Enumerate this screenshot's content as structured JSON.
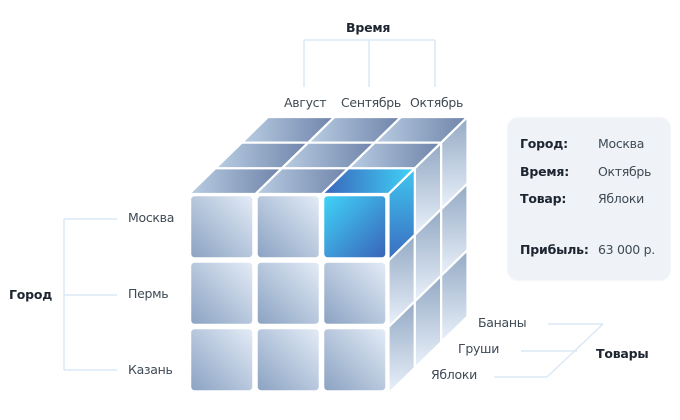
{
  "dimensions": {
    "time": {
      "title": "Время",
      "members": [
        "Август",
        "Сентябрь",
        "Октябрь"
      ]
    },
    "city": {
      "title": "Город",
      "members": [
        "Москва",
        "Пермь",
        "Казань"
      ]
    },
    "product": {
      "title": "Товары",
      "members": [
        "Бананы",
        "Груши",
        "Яблоки"
      ]
    }
  },
  "selection": {
    "city_label": "Город:",
    "city_value": "Москва",
    "time_label": "Время:",
    "time_value": "Октябрь",
    "product_label": "Товар:",
    "product_value": "Яблоки",
    "profit_label": "Прибыль:",
    "profit_value": "63 000 р."
  },
  "colors": {
    "highlight_light": "#40d4f7",
    "highlight_dark": "#3a63ba",
    "connector": "#dce8f5",
    "card_bg": "#eff3f7"
  }
}
